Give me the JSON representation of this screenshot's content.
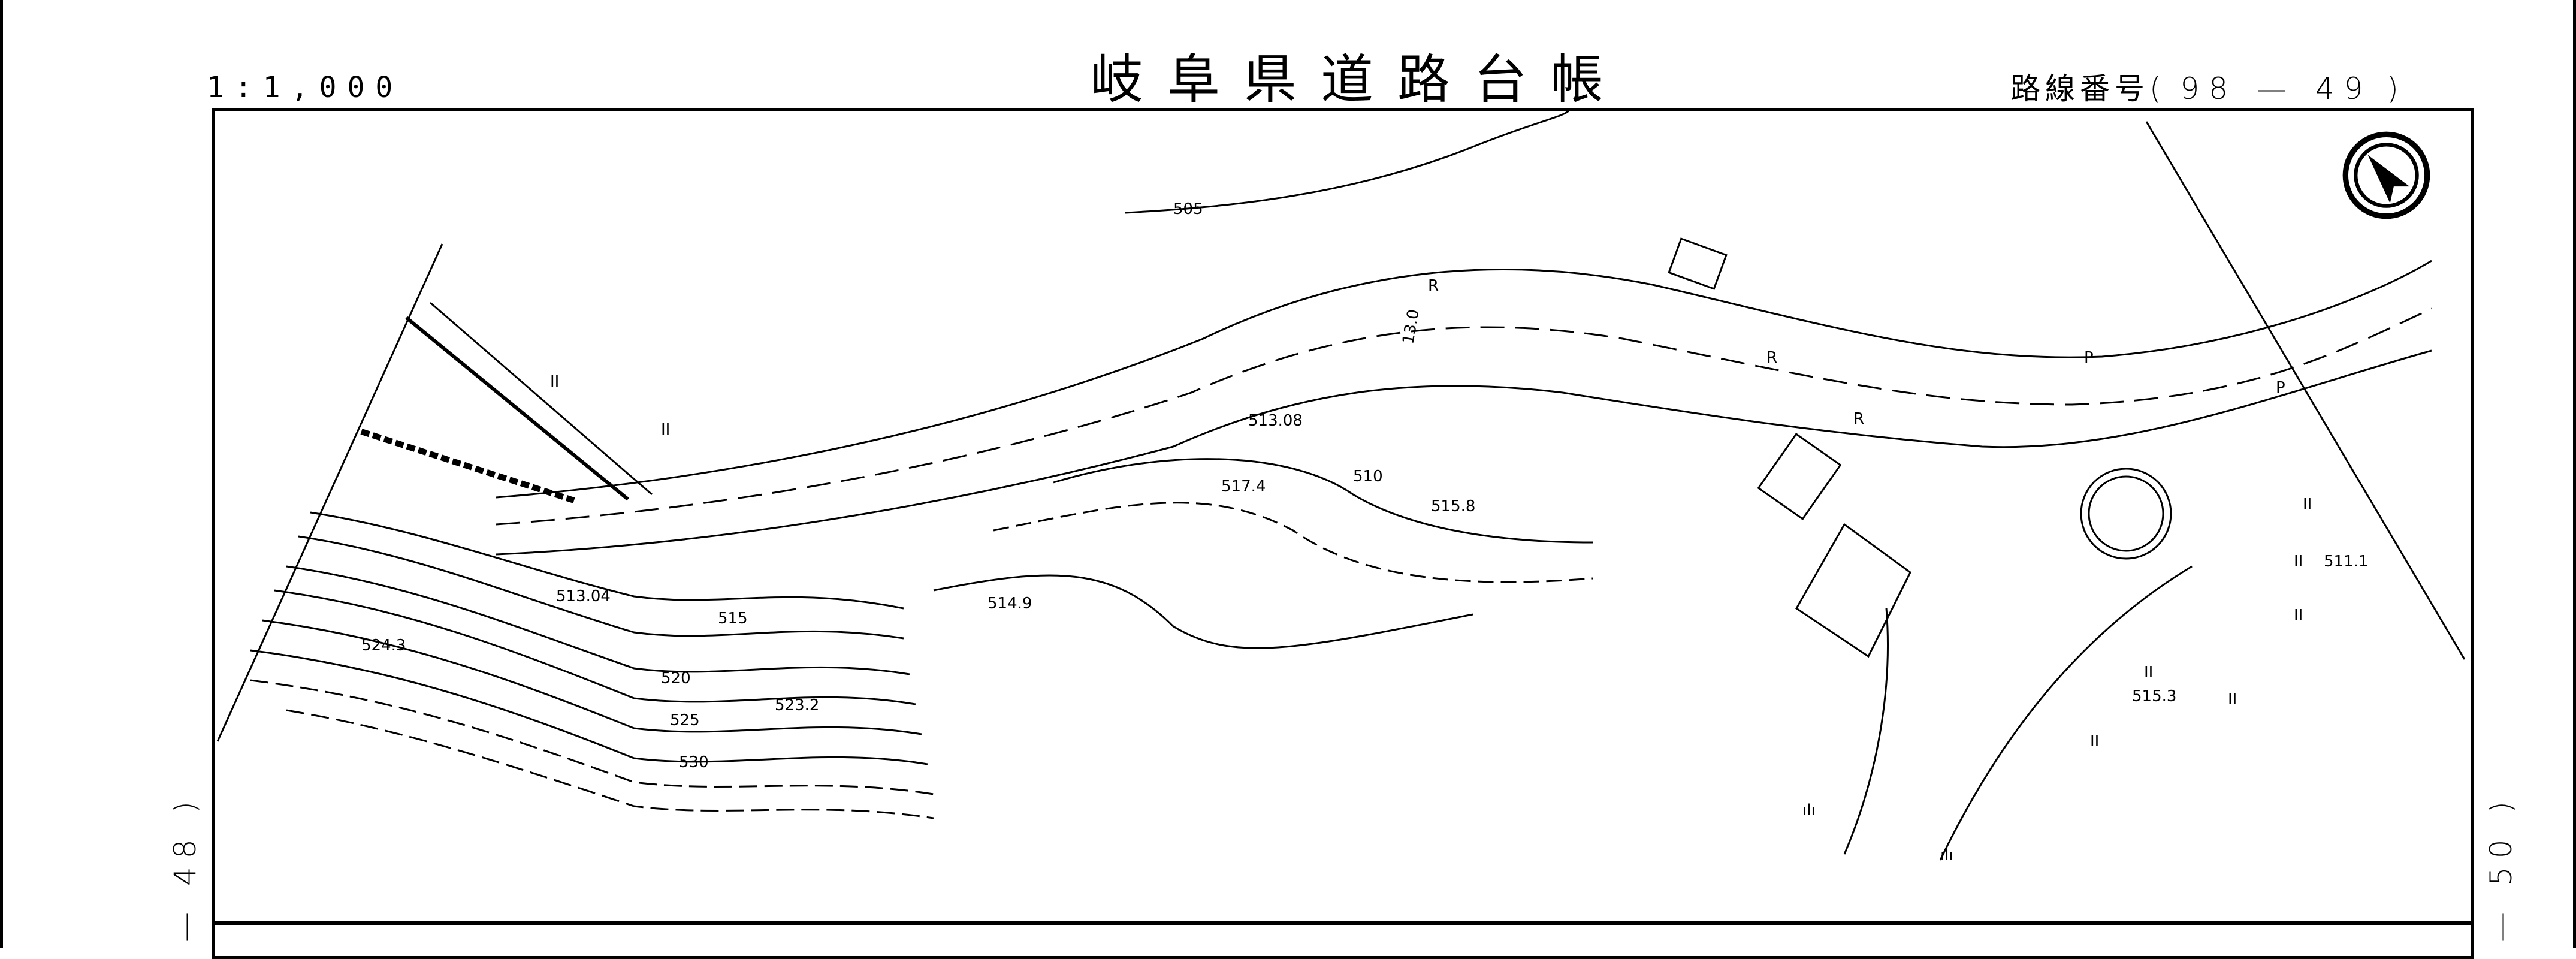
{
  "header": {
    "scale": "1:1,000",
    "title": "岐阜県道路台帳",
    "route_label": "路線番号",
    "route_open": "(",
    "route_number": "98 — 49",
    "route_close": ")"
  },
  "side_labels": {
    "left_sheet": "— 48 )",
    "right_sheet": "— 50 )"
  },
  "north_arrow": {
    "icon": "north-arrow-icon"
  },
  "map": {
    "contour_labels": [
      "505",
      "510",
      "515",
      "520",
      "525",
      "530"
    ],
    "spot_elevations": [
      {
        "label": "513.08"
      },
      {
        "label": "517.4"
      },
      {
        "label": "515.8"
      },
      {
        "label": "514.9"
      },
      {
        "label": "513.04"
      },
      {
        "label": "524.3"
      },
      {
        "label": "523.2"
      },
      {
        "label": "511.1"
      },
      {
        "label": "515.3"
      }
    ],
    "road_width_label": "13.0",
    "road_marks": [
      "R",
      "R",
      "R",
      "P",
      "P"
    ],
    "land_use_symbols": [
      "II",
      "II",
      "II",
      "II",
      "II",
      "II",
      "II",
      "II",
      "ılı",
      "ılı"
    ]
  }
}
